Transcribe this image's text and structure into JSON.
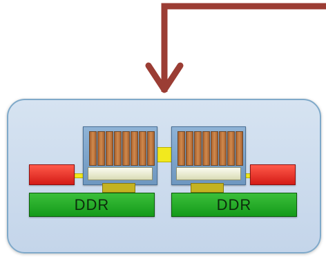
{
  "diagram": {
    "colors": {
      "arrow": "#9b3d34",
      "board": "#cad9ec",
      "ddr": "#1da41f",
      "cache": "#e8281f",
      "bus": "#f2e91e",
      "core": "#c07a42"
    },
    "modules": [
      {
        "memory_label": "DDR",
        "cores": 8
      },
      {
        "memory_label": "DDR",
        "cores": 8
      }
    ]
  }
}
